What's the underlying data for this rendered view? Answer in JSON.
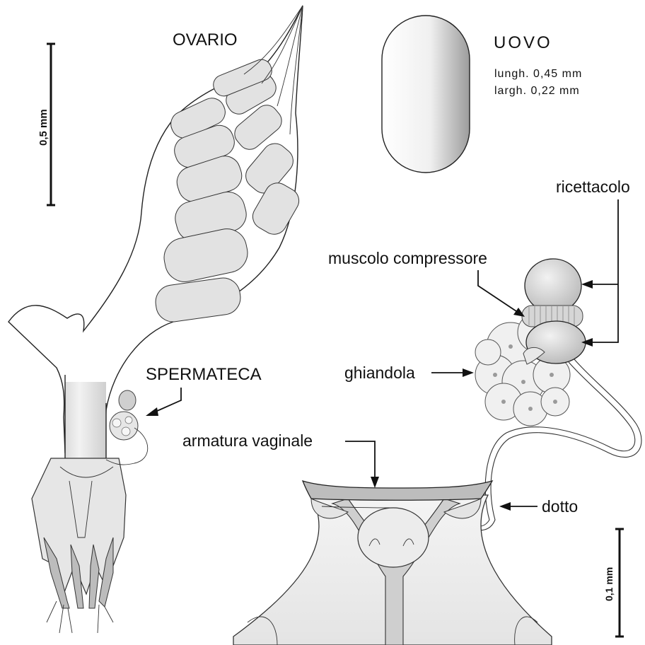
{
  "labels": {
    "ovario": "OVARIO",
    "uovo": "UOVO",
    "uovo_length": "lungh. 0,45 mm",
    "uovo_width": "largh. 0,22 mm",
    "spermateca": "SPERMATECA",
    "ricettacolo": "ricettacolo",
    "muscolo_compressore": "muscolo compressore",
    "ghiandola": "ghiandola",
    "armatura_vaginale": "armatura vaginale",
    "dotto": "dotto"
  },
  "scale_bars": {
    "large": "0,5 mm",
    "small": "0,1 mm"
  },
  "colors": {
    "ink": "#222222",
    "tissue_light": "#eeeeee",
    "tissue_mid": "#d8d8d8",
    "tissue_dark": "#bcbcbc",
    "background": "#ffffff"
  }
}
